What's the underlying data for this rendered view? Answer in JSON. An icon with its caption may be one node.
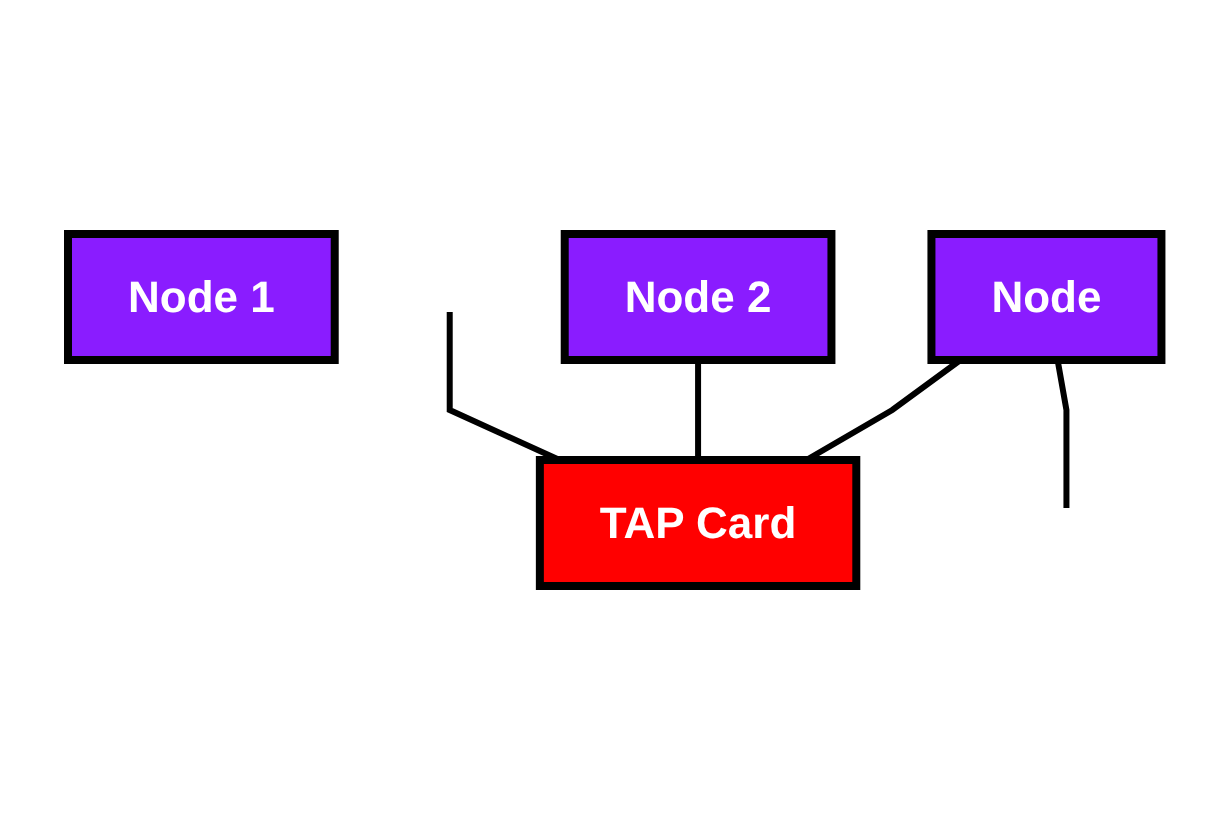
{
  "diagram": {
    "nodes": [
      {
        "text": [
          "Node 1"
        ]
      },
      {
        "text": [
          "Node 2"
        ]
      },
      {
        "text": [
          "Node"
        ]
      },
      {
        "text": [
          "TAP Card"
        ]
      }
    ],
    "edges": [
      {
        "from": null,
        "to": 3,
        "arrow": "none"
      },
      {
        "from": 1,
        "to": 3,
        "arrow": "none"
      },
      {
        "from": 2,
        "to": 3,
        "arrow": "none"
      },
      {
        "from": 2,
        "to": null,
        "arrow": "none"
      }
    ]
  }
}
